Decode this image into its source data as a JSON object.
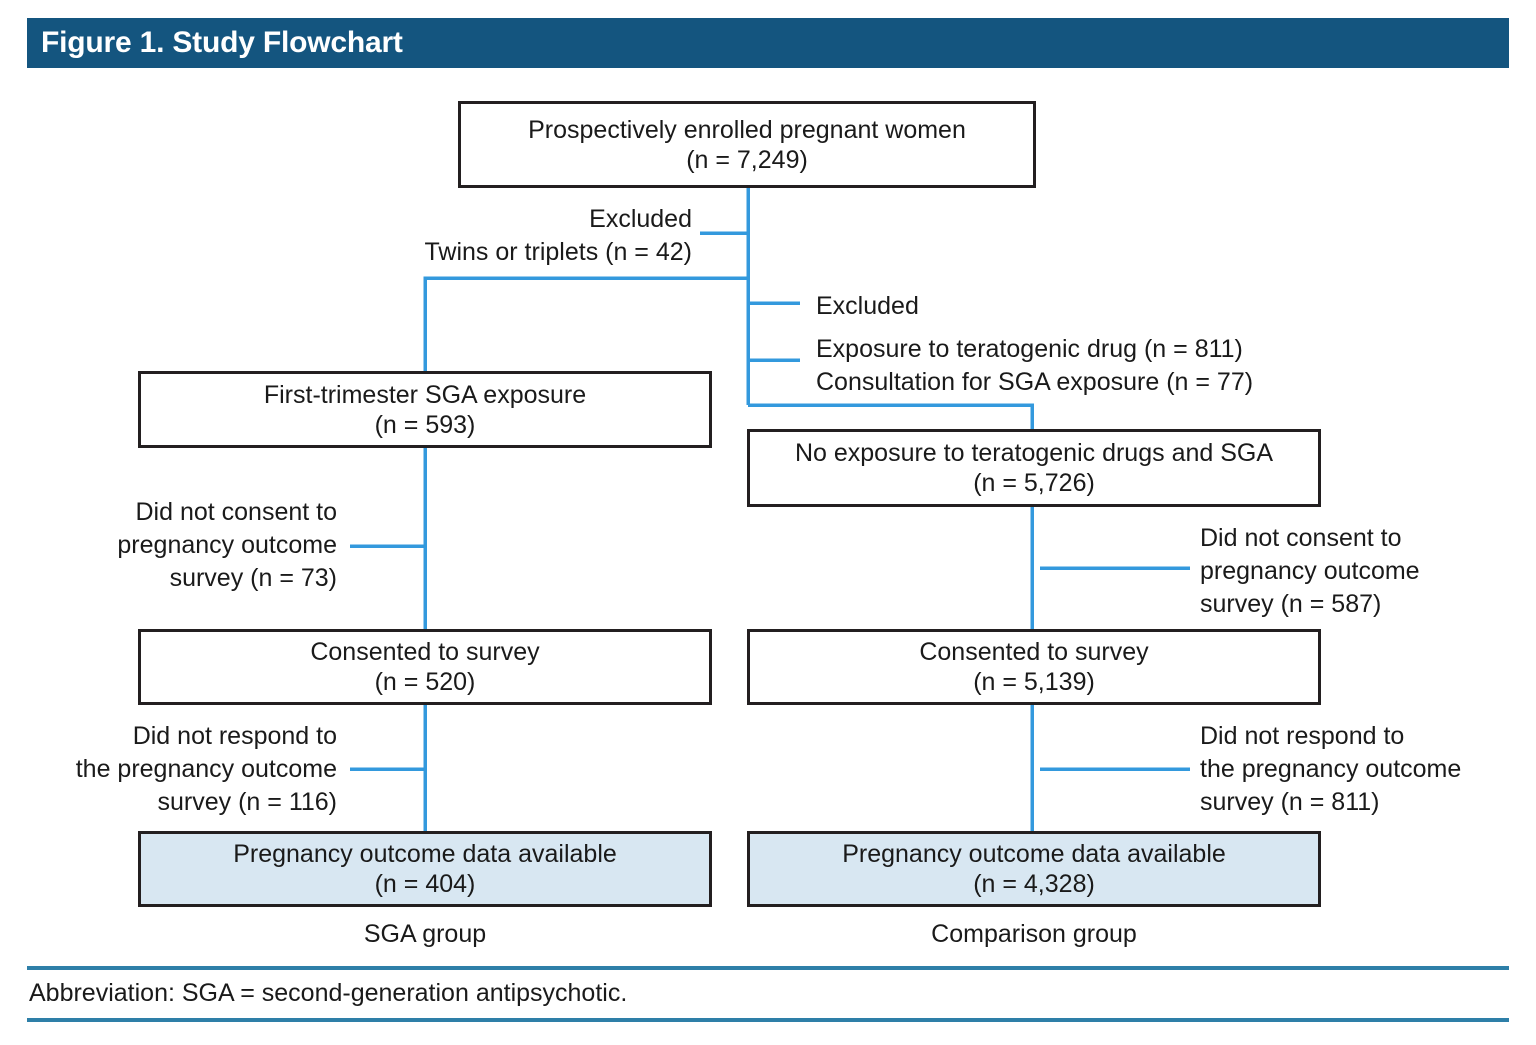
{
  "header": {
    "title": "Figure 1. Study Flowchart",
    "bg_color": "#14557f",
    "text_color": "#ffffff"
  },
  "colors": {
    "connector": "#3399dd",
    "box_border": "#231f20",
    "box_fill": "#ffffff",
    "highlight_fill": "#d8e7f2",
    "rule": "#2e7fa8",
    "text": "#1a1a1a"
  },
  "nodes": {
    "enrolled": {
      "line1": "Prospectively enrolled pregnant women",
      "line2": "(n = 7,249)"
    },
    "sga_exposure": {
      "line1": "First-trimester SGA exposure",
      "line2": "(n = 593)"
    },
    "no_exposure": {
      "line1": "No exposure to teratogenic drugs and SGA",
      "line2": "(n = 5,726)"
    },
    "consented_left": {
      "line1": "Consented to survey",
      "line2": "(n = 520)"
    },
    "consented_right": {
      "line1": "Consented to survey",
      "line2": "(n = 5,139)"
    },
    "outcome_left": {
      "line1": "Pregnancy outcome data available",
      "line2": "(n = 404)"
    },
    "outcome_right": {
      "line1": "Pregnancy outcome data available",
      "line2": "(n = 4,328)"
    }
  },
  "exclusions": {
    "twins": {
      "line1": "Excluded",
      "line2": "Twins or triplets (n = 42)"
    },
    "teratogenic": {
      "line1": "Excluded",
      "line2": "Exposure to teratogenic drug (n = 811)",
      "line3": "Consultation for SGA exposure (n = 77)"
    },
    "no_consent_left": {
      "line1": "Did not consent to",
      "line2": "pregnancy outcome",
      "line3": "survey (n = 73)"
    },
    "no_consent_right": {
      "line1": "Did not consent to",
      "line2": "pregnancy outcome",
      "line3": "survey (n = 587)"
    },
    "no_respond_left": {
      "line1": "Did not respond to",
      "line2": "the pregnancy outcome",
      "line3": "survey (n = 116)"
    },
    "no_respond_right": {
      "line1": "Did not respond to",
      "line2": "the pregnancy outcome",
      "line3": "survey (n = 811)"
    }
  },
  "group_captions": {
    "left": "SGA group",
    "right": "Comparison group"
  },
  "footer": {
    "abbreviation": "Abbreviation: SGA = second-generation antipsychotic."
  },
  "chart_data": {
    "type": "diagram",
    "title": "Figure 1. Study Flowchart",
    "flow": [
      {
        "id": "enrolled",
        "label": "Prospectively enrolled pregnant women",
        "n": 7249
      },
      {
        "id": "excluded_twins",
        "label": "Excluded: Twins or triplets",
        "n": 42
      },
      {
        "id": "excluded_teratogenic",
        "label": "Excluded: Exposure to teratogenic drug",
        "n": 811
      },
      {
        "id": "excluded_consultation",
        "label": "Excluded: Consultation for SGA exposure",
        "n": 77
      },
      {
        "id": "sga_exposure",
        "label": "First-trimester SGA exposure",
        "n": 593
      },
      {
        "id": "no_exposure",
        "label": "No exposure to teratogenic drugs and SGA",
        "n": 5726
      },
      {
        "id": "no_consent_left",
        "label": "Did not consent to pregnancy outcome survey (SGA)",
        "n": 73
      },
      {
        "id": "no_consent_right",
        "label": "Did not consent to pregnancy outcome survey (Comparison)",
        "n": 587
      },
      {
        "id": "consented_left",
        "label": "Consented to survey (SGA)",
        "n": 520
      },
      {
        "id": "consented_right",
        "label": "Consented to survey (Comparison)",
        "n": 5139
      },
      {
        "id": "no_respond_left",
        "label": "Did not respond to the pregnancy outcome survey (SGA)",
        "n": 116
      },
      {
        "id": "no_respond_right",
        "label": "Did not respond to the pregnancy outcome survey (Comparison)",
        "n": 811
      },
      {
        "id": "outcome_left",
        "label": "Pregnancy outcome data available (SGA group)",
        "n": 404
      },
      {
        "id": "outcome_right",
        "label": "Pregnancy outcome data available (Comparison group)",
        "n": 4328
      }
    ]
  }
}
